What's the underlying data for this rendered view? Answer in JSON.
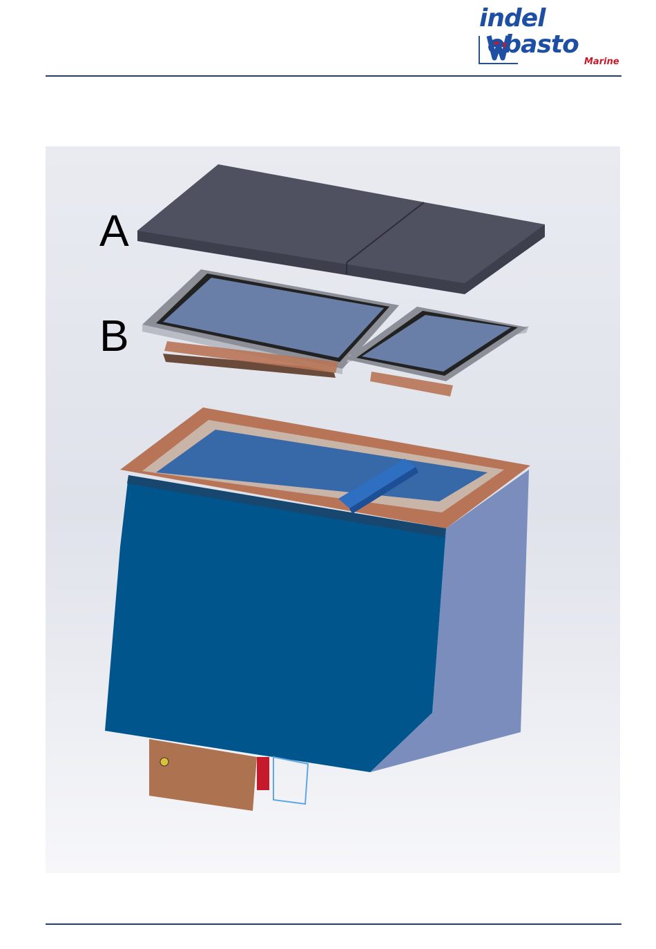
{
  "brand": {
    "line1": "indel",
    "line2": "ebasto",
    "tagline": "Marine",
    "colors": {
      "blue": "#1e4fa3",
      "red": "#c41a2b"
    }
  },
  "figure": {
    "labels": {
      "lid": "A",
      "inner_lid": "B"
    },
    "colors": {
      "lid": "#4f5160",
      "glass": "#6a7fa7",
      "frame_rim": "#b87456",
      "body_front": "#00568c",
      "body_side": "#7a8dbd",
      "bracket": "#2e6fc1",
      "compressor_box": "#ad7250",
      "background": "#e6e8ee"
    }
  }
}
